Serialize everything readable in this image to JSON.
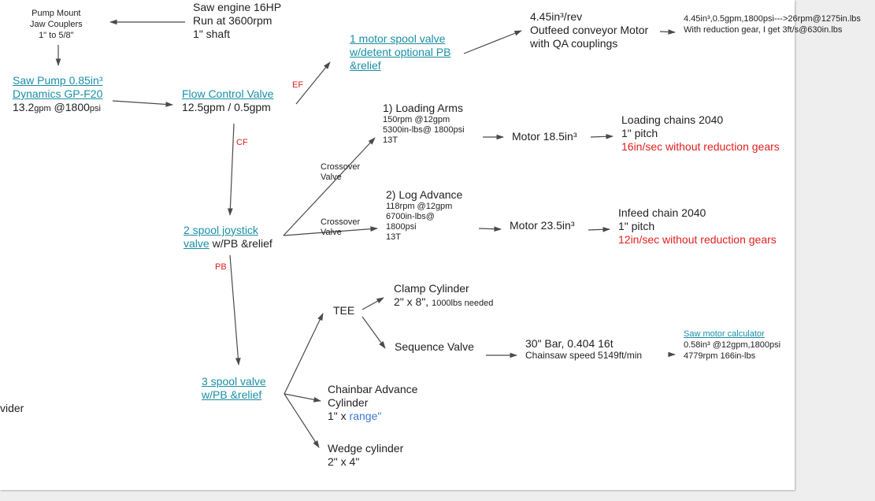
{
  "pump_mount": {
    "l1": "Pump Mount",
    "l2": "Jaw Couplers",
    "l3": "1\" to 5/8\""
  },
  "engine": {
    "l1": "Saw engine 16HP",
    "l2": "Run at 3600rpm",
    "l3": "1\" shaft"
  },
  "saw_pump": {
    "l1": "Saw Pump 0.85in³",
    "l2": "Dynamics GP-F20",
    "l3a": "13.2",
    "l3b": "gpm",
    "l3c": " @1800",
    "l3d": "psi"
  },
  "flow_control": {
    "l1": "Flow Control Valve",
    "l2": "12.5gpm / 0.5gpm"
  },
  "label_ef": "EF",
  "label_cf": "CF",
  "label_pb": "PB",
  "spool1": {
    "l1": "1 motor spool valve",
    "l2": "w/detent optional PB",
    "l3": "&relief"
  },
  "outfeed": {
    "l1": "4.45in³/rev",
    "l2": "Outfeed conveyor Motor",
    "l3": "with QA couplings"
  },
  "outfeed_calc": {
    "l1": "4.45in³,0.5gpm,1800psi--->26rpm@1275in.lbs",
    "l2": "With reduction gear, I get 3ft/s@630in.lbs"
  },
  "joystick": {
    "l1": "2 spool joystick",
    "l2a": "valve",
    "l2b": " w/PB &relief"
  },
  "crossover1": {
    "l1": "Crossover",
    "l2": "Valve"
  },
  "crossover2": {
    "l1": "Crossover",
    "l2": "Valve"
  },
  "loading_arms": {
    "l1": "1) Loading Arms",
    "l2": "150rpm @12gpm",
    "l3": "5300in-lbs@ 1800psi",
    "l4": "13T"
  },
  "motor_185": "Motor 18.5in³",
  "loading_chains": {
    "l1": "Loading chains 2040",
    "l2": "1\" pitch",
    "l3": "16in/sec without reduction gears"
  },
  "log_advance": {
    "l1": "2) Log Advance",
    "l2": "118rpm @12gpm",
    "l3": "6700in-lbs@",
    "l4": "1800psi",
    "l5": "13T"
  },
  "motor_235": "Motor 23.5in³",
  "infeed_chain": {
    "l1": "Infeed chain 2040",
    "l2": "1\" pitch",
    "l3": "12in/sec without reduction gears"
  },
  "tee": "TEE",
  "clamp": {
    "l1": "Clamp Cylinder",
    "l2a": "2\" x 8\", ",
    "l2b": "1000lbs",
    "l2c": "  needed"
  },
  "sequence": "Sequence Valve",
  "bar": {
    "l1": "30\" Bar, 0.404 16t",
    "l2": "Chainsaw speed 5149ft/min"
  },
  "saw_motor": {
    "l1": "Saw motor calculator",
    "l2": "0.58in³ @12gpm,1800psi",
    "l3": "4779rpm 166in-lbs"
  },
  "spool3": {
    "l1": "3 spool valve",
    "l2": "w/PB &relief"
  },
  "chainbar": {
    "l1": "Chainbar Advance",
    "l2": "Cylinder",
    "l3a": "1\" x ",
    "l3b": "range\""
  },
  "wedge": {
    "l1": "Wedge cylinder",
    "l2": "2\" x 4\""
  },
  "cutoff": "vider",
  "colors": {
    "link": "#1a8fa6",
    "red": "#e02020",
    "blue": "#3a78d6",
    "arrow": "#4a4a4a"
  }
}
